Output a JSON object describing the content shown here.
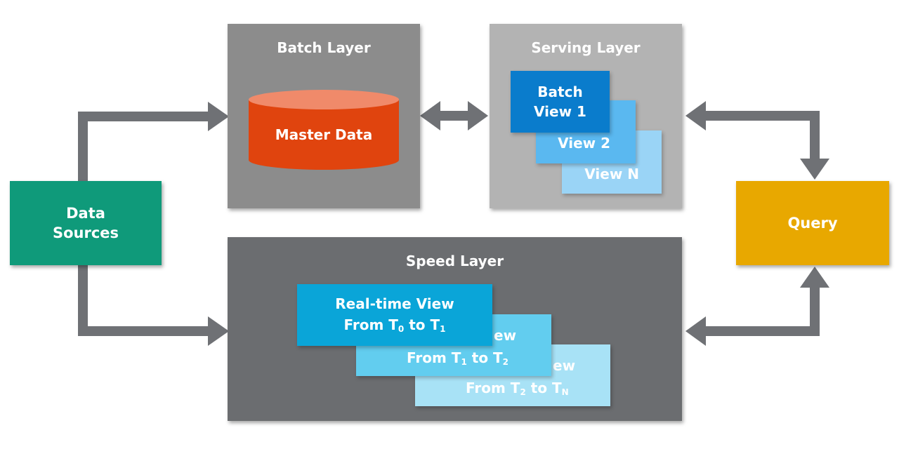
{
  "data_sources": {
    "line1": "Data",
    "line2": "Sources"
  },
  "batch_layer": {
    "title": "Batch Layer",
    "master_data": "Master Data"
  },
  "serving_layer": {
    "title": "Serving Layer",
    "views": [
      {
        "line1": "Batch",
        "line2": "View 1"
      },
      {
        "line1": "View 2"
      },
      {
        "line1": "View N"
      }
    ]
  },
  "speed_layer": {
    "title": "Speed Layer",
    "views": [
      {
        "line1": "Real-time View",
        "line2_prefix": "From T",
        "sub_a": "0",
        "line2_mid": " to T",
        "sub_b": "1"
      },
      {
        "line1_fragment": "ew",
        "line2_prefix": "From T",
        "sub_a": "1",
        "line2_mid": " to T",
        "sub_b": "2"
      },
      {
        "line1_fragment": "ew",
        "line2_prefix": "From T",
        "sub_a": "2",
        "line2_mid": " to T",
        "sub_b": "N"
      }
    ]
  },
  "query": {
    "label": "Query"
  },
  "colors": {
    "data_sources": "#0f9a7a",
    "batch_layer": "#8c8c8c",
    "serving_layer": "#b3b3b3",
    "speed_layer": "#6b6d70",
    "master_data": "#e0440e",
    "batch_view_1": "#0a7ccc",
    "batch_view_2": "#5ab8f0",
    "batch_view_n": "#9ad4f6",
    "rt_view_1": "#0aa5d8",
    "rt_view_2": "#62cdef",
    "rt_view_3": "#a8e2f6",
    "query": "#e8a800",
    "arrow": "#6f7175"
  }
}
